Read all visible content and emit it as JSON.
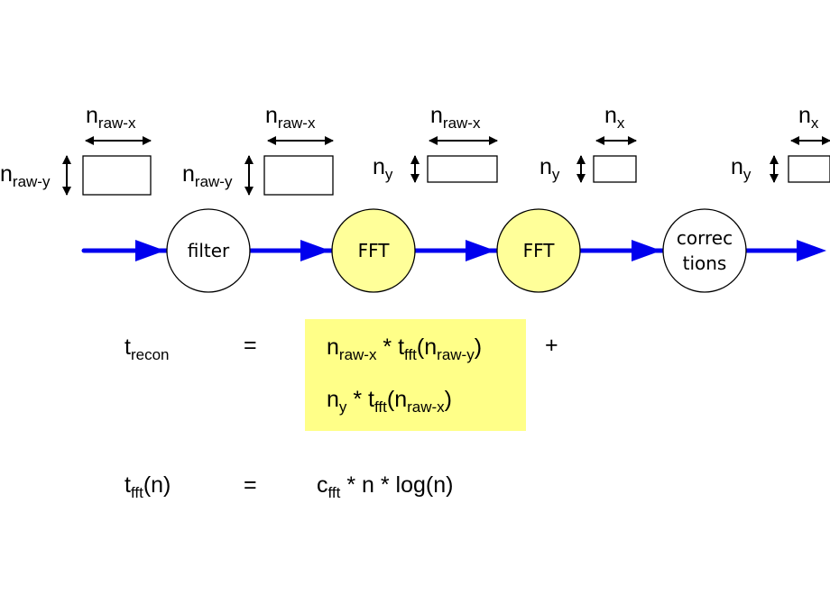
{
  "stages": [
    {
      "width_label": {
        "base": "n",
        "sub": "raw-x"
      },
      "height_label": {
        "base": "n",
        "sub": "raw-y"
      }
    },
    {
      "width_label": {
        "base": "n",
        "sub": "raw-x"
      },
      "height_label": {
        "base": "n",
        "sub": "raw-y"
      }
    },
    {
      "width_label": {
        "base": "n",
        "sub": "raw-x"
      },
      "height_label": {
        "base": "n",
        "sub": "y"
      }
    },
    {
      "width_label": {
        "base": "n",
        "sub": "x"
      },
      "height_label": {
        "base": "n",
        "sub": "y"
      }
    },
    {
      "width_label": {
        "base": "n",
        "sub": "x"
      },
      "height_label": {
        "base": "n",
        "sub": "y"
      }
    }
  ],
  "nodes": [
    {
      "lines": [
        "filter"
      ],
      "highlight": false
    },
    {
      "lines": [
        "FFT"
      ],
      "highlight": true
    },
    {
      "lines": [
        "FFT"
      ],
      "highlight": true
    },
    {
      "lines": [
        "correc",
        "tions"
      ],
      "highlight": false
    }
  ],
  "equations": {
    "recon": {
      "lhs": {
        "base": "t",
        "sub": "recon"
      },
      "equals": "=",
      "term1": {
        "a": "n",
        "a_sub": "raw-x",
        "op": " * ",
        "f": "t",
        "f_sub": "fft",
        "open": "(",
        "arg": "n",
        "arg_sub": "raw-y",
        "close": ")"
      },
      "plus": "+",
      "term2": {
        "a": "n",
        "a_sub": "y",
        "op": " * ",
        "f": "t",
        "f_sub": "fft",
        "open": "(",
        "arg": "n",
        "arg_sub": "raw-x",
        "close": ")"
      }
    },
    "fft": {
      "lhs": {
        "base": "t",
        "sub": "fft",
        "rest": "(n)"
      },
      "equals": "=",
      "rhs": {
        "base": "c",
        "sub": "fft",
        "rest": " * n * log(n)"
      }
    }
  },
  "colors": {
    "flow_arrow": "#0000ee",
    "node_highlight": "#ffff99",
    "node_plain": "#ffffff",
    "formula_highlight": "#ffff88"
  }
}
